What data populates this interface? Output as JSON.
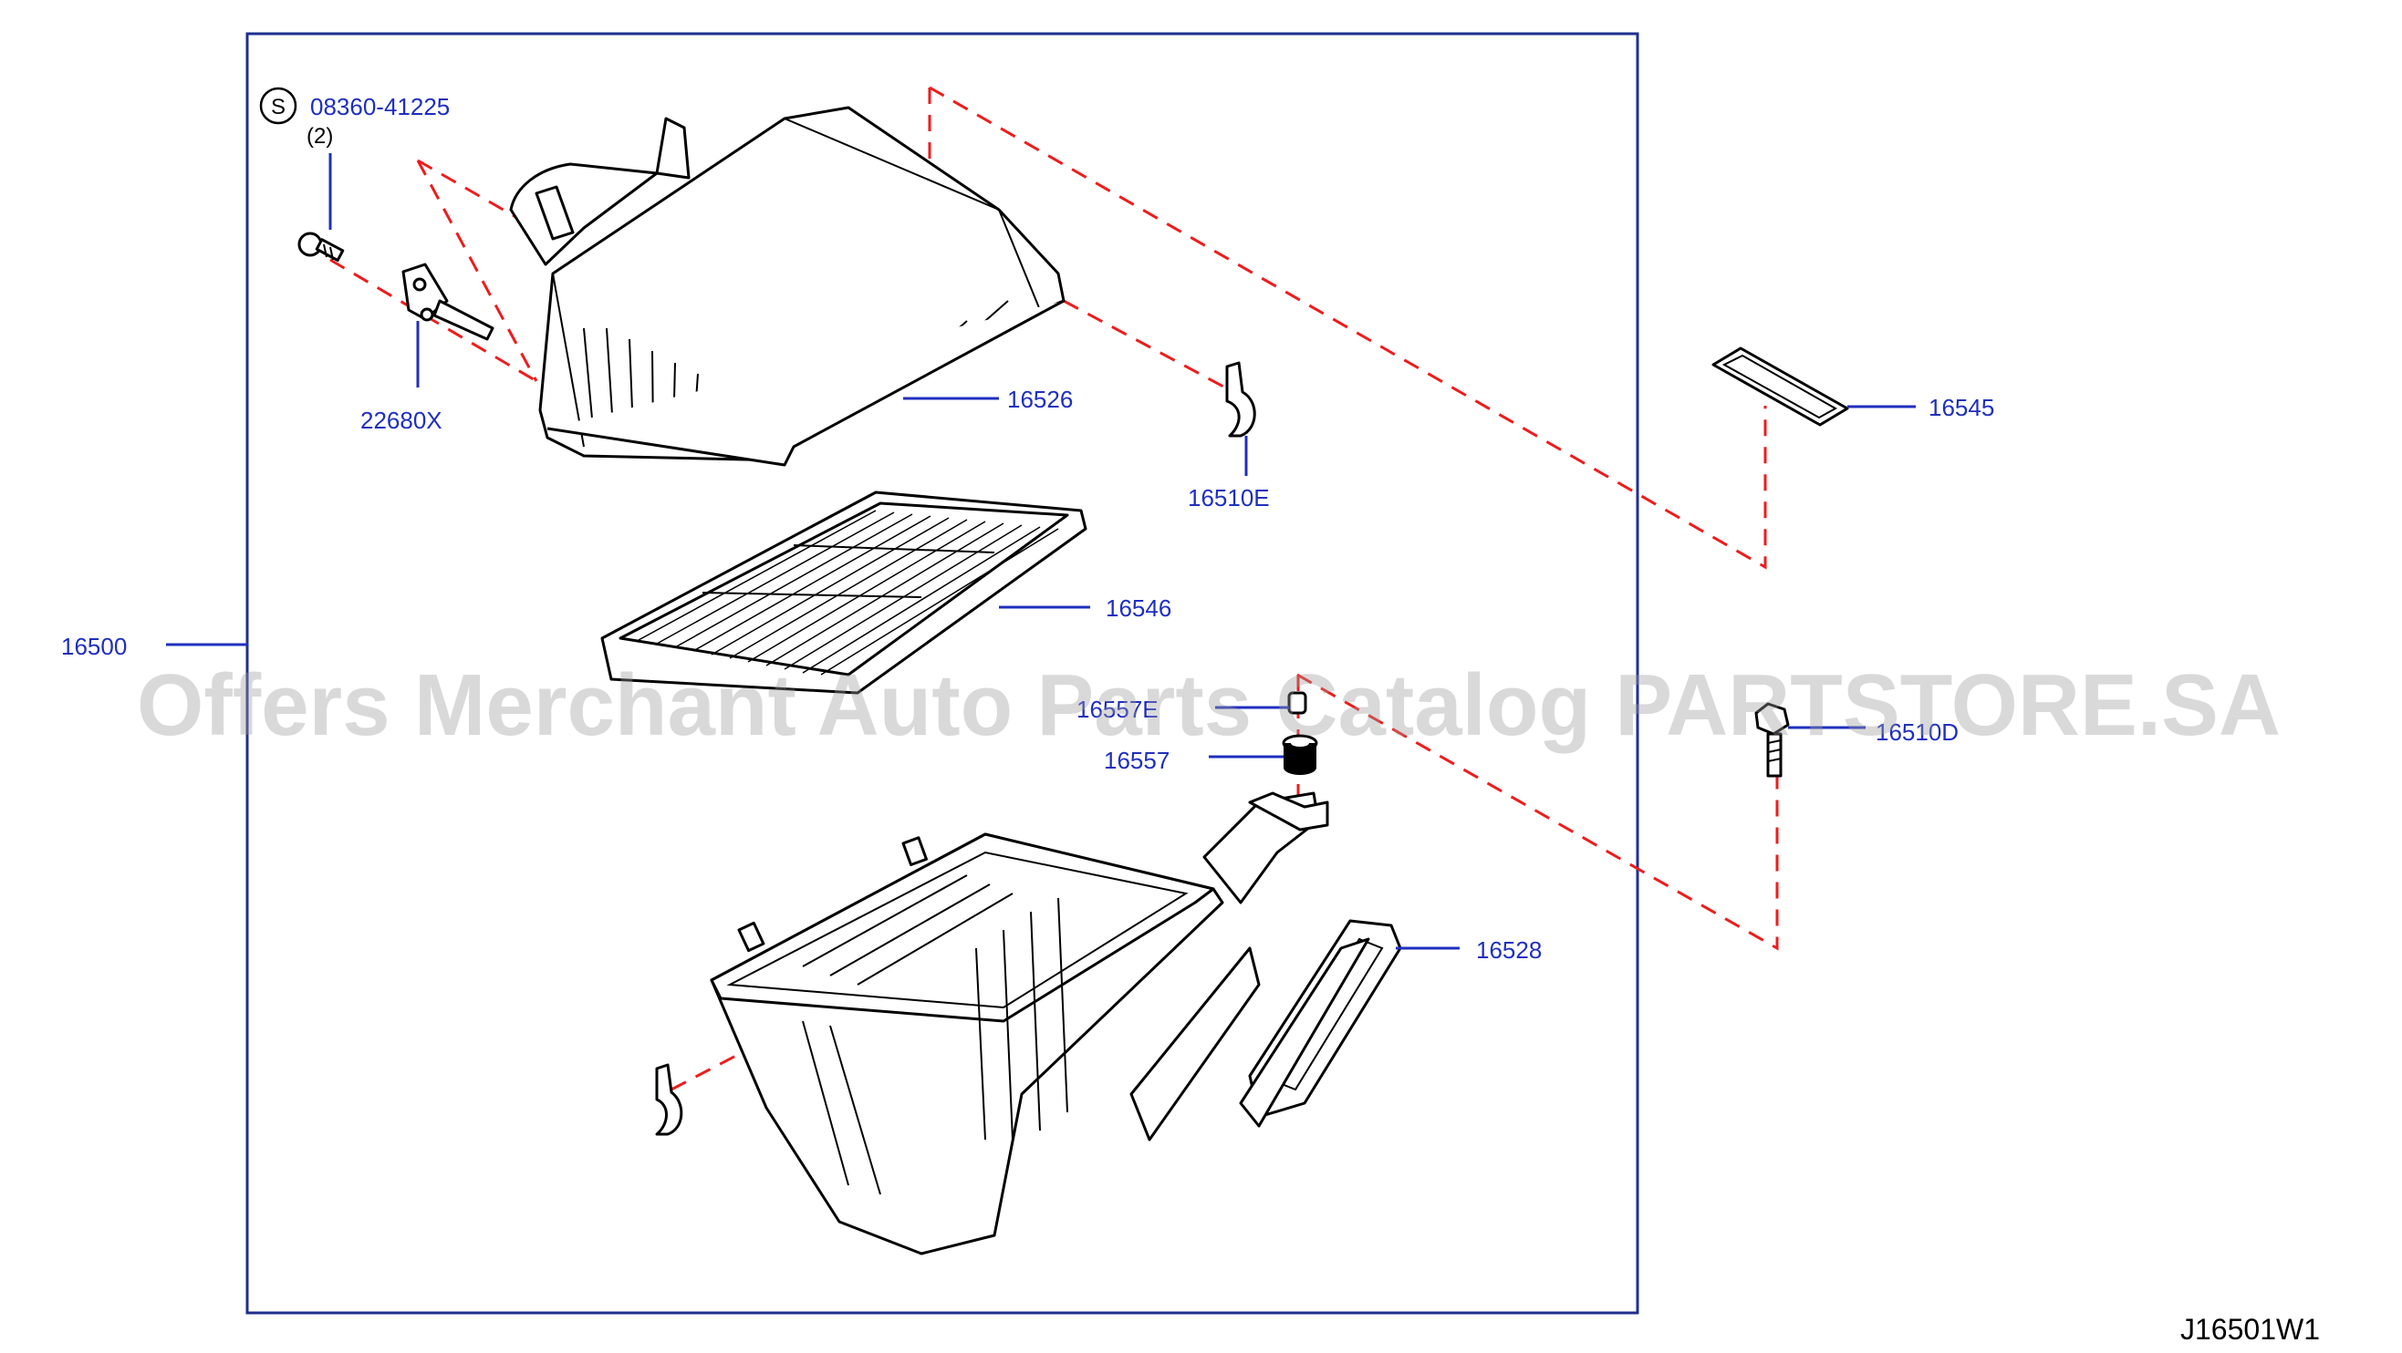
{
  "diagram": {
    "reference_code": "J16501W1",
    "watermark": "Offers Merchant Auto Parts Catalog PARTSTORE.SA",
    "screw_symbol": "S",
    "screw_quantity": "(2)",
    "colors": {
      "callout": "#1f2fbf",
      "frame": "#1f2f8f",
      "dashed_leader": "#ee1c1c",
      "part_outline": "#000000"
    },
    "parts": {
      "assembly": "16500",
      "screw": "08360-41225",
      "sensor": "22680X",
      "cover": "16526",
      "clip_e": "16510E",
      "seal": "16545",
      "filter": "16546",
      "grommet_upper": "16557E",
      "grommet": "16557",
      "bolt": "16510D",
      "duct": "16528"
    }
  }
}
